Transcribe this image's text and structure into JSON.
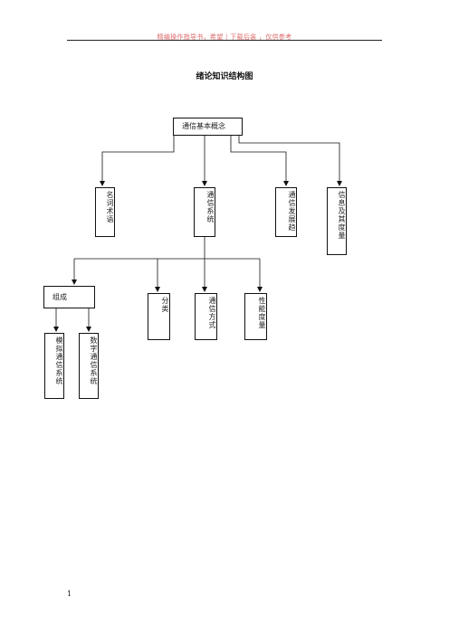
{
  "header": {
    "text": "精编操作指导书，希望 | 下载后装 ，仅供参考"
  },
  "title": "绪论知识结构图",
  "nodes": {
    "root": "通信基本概念",
    "terms": "名词术语",
    "system": "通信系统",
    "trend": "通信发展趋",
    "info": "信息及其度量",
    "composition": "组成",
    "classification": "分类",
    "mode": "通信方式",
    "performance": "性能度量",
    "analog": "模拟通信系统",
    "digital": "数字通信系统"
  },
  "footer": {
    "page_number": "1"
  },
  "colors": {
    "header": "#e06a6a",
    "line": "#111111"
  }
}
